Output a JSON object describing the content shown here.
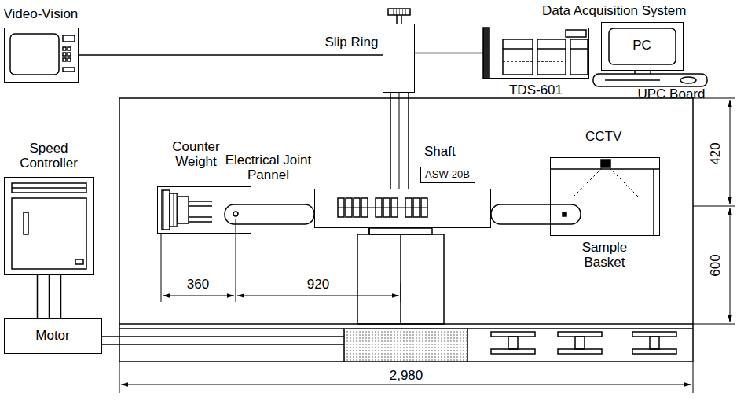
{
  "diagram": {
    "nodes": [
      {
        "text": [
          "Video-Vision"
        ]
      },
      {
        "text": [
          "Slip Ring"
        ]
      },
      {
        "text": [
          "TDS-601"
        ]
      },
      {
        "text": [
          "PC",
          "UPC Board"
        ]
      },
      {
        "text": [
          "Speed Controller"
        ]
      },
      {
        "text": [
          "Motor"
        ]
      },
      {
        "text": [
          "Counter Weight"
        ]
      },
      {
        "text": [
          "Electrical Joint Pannel"
        ]
      },
      {
        "text": [
          "ASW-20B"
        ]
      },
      {
        "text": [
          "Sample Basket"
        ]
      }
    ],
    "edges": [
      {
        "from": 0,
        "to": 1,
        "arrow": "none"
      },
      {
        "from": 1,
        "to": 2,
        "arrow": "none"
      },
      {
        "from": 4,
        "to": 5,
        "arrow": "none"
      }
    ],
    "labels": [
      "Data Acquisition System",
      "Shaft",
      "CCTV",
      "360",
      "920",
      "420",
      "600",
      "2,980"
    ]
  }
}
